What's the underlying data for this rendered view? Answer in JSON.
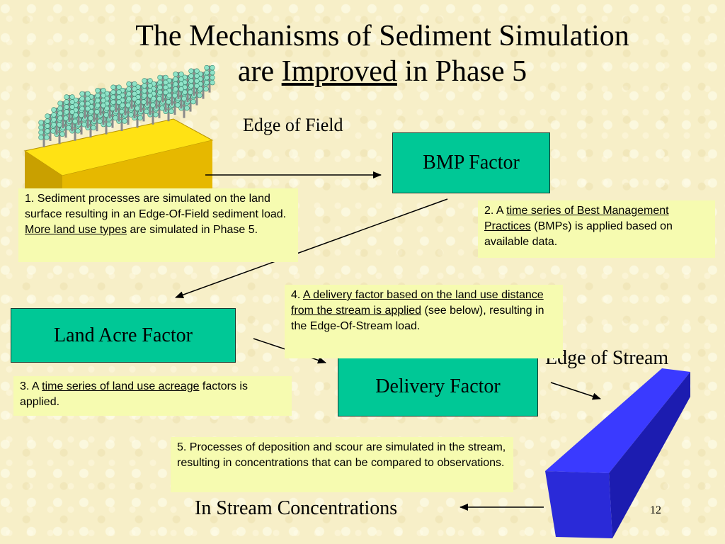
{
  "title": {
    "line1": "The Mechanisms of Sediment Simulation",
    "line2_pre": "are ",
    "line2_emph": "Improved",
    "line2_post": " in Phase 5"
  },
  "labels": {
    "edge_of_field": "Edge of Field",
    "edge_of_stream": "Edge of Stream",
    "in_stream": "In Stream Concentrations",
    "slide_number": "12"
  },
  "boxes": {
    "bmp": "BMP Factor",
    "land_acre": "Land Acre Factor",
    "delivery": "Delivery Factor"
  },
  "notes": {
    "n1": {
      "pre": "1. Sediment processes are simulated on the land surface resulting in an Edge-Of-Field sediment load. ",
      "link": "More land use types",
      "post": " are simulated in Phase 5."
    },
    "n2": {
      "pre": "2. A ",
      "link": "time series of Best Management Practices",
      "post": " (BMPs) is applied based on available data."
    },
    "n3": {
      "pre": "3. A ",
      "link": "time series of land use acreage",
      "post": " factors is applied."
    },
    "n4": {
      "pre": "4. ",
      "link": "A delivery factor based on the land use distance from the stream is applied",
      "post": " (see below), resulting in the Edge-Of-Stream load."
    },
    "n5": {
      "text": "5. Processes of deposition and scour are simulated in the stream, resulting in concentrations that can be compared to observations."
    }
  },
  "colors": {
    "background": "#f7efc8",
    "box_fill": "#00c896",
    "note_fill": "#f6fbb0",
    "field_gold": "#f2c400",
    "stream_blue": "#2a2ad8"
  }
}
